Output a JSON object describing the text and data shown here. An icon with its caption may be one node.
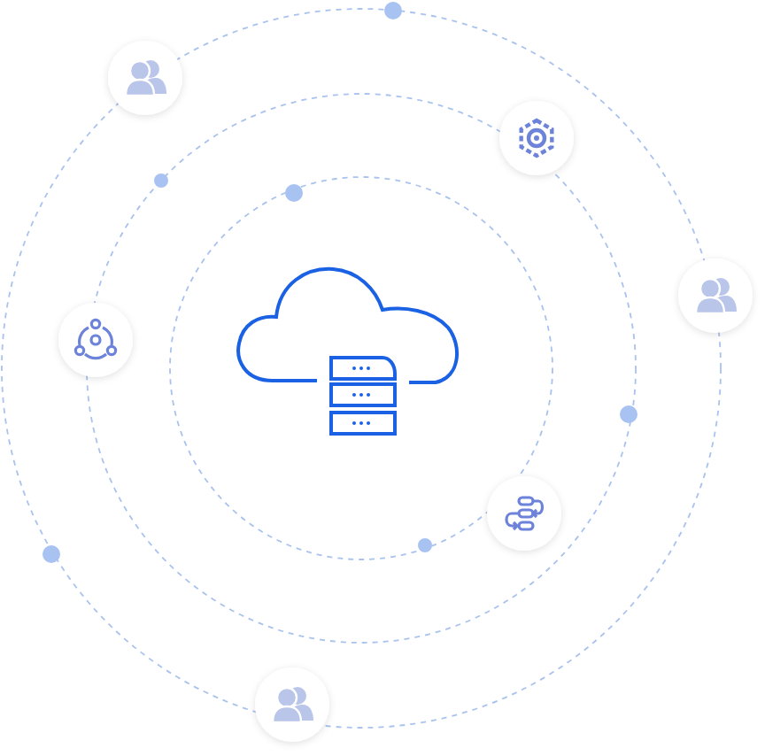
{
  "diagram": {
    "nodes": [
      {
        "text": [],
        "shape": "cloud"
      },
      {
        "text": [],
        "shape": "circle"
      },
      {
        "text": [],
        "shape": "circle"
      },
      {
        "text": [],
        "shape": "circle"
      },
      {
        "text": [],
        "shape": "circle"
      },
      {
        "text": [],
        "shape": "circle"
      },
      {
        "text": [],
        "shape": "circle"
      }
    ]
  }
}
